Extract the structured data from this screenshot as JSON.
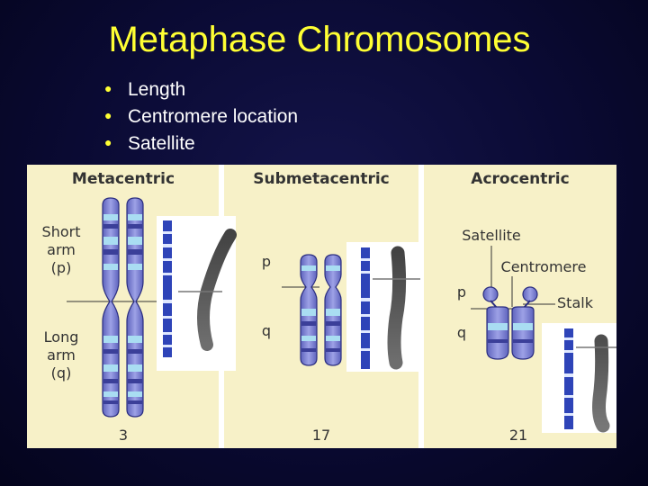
{
  "slide": {
    "title": "Metaphase Chromosomes",
    "bullets": [
      "Length",
      "Centromere location",
      "Satellite"
    ]
  },
  "figure": {
    "panels": [
      {
        "header": "Metacentric",
        "number": "3"
      },
      {
        "header": "Submetacentric",
        "number": "17"
      },
      {
        "header": "Acrocentric",
        "number": "21"
      }
    ],
    "metacentric_labels": {
      "short_arm": [
        "Short",
        "arm",
        "(p)"
      ],
      "long_arm": [
        "Long",
        "arm",
        "(q)"
      ]
    },
    "submetacentric_labels": {
      "p": "p",
      "q": "q"
    },
    "acrocentric_labels": {
      "satellite": "Satellite",
      "centromere": "Centromere",
      "stalk": "Stalk",
      "p": "p",
      "q": "q"
    },
    "colors": {
      "panel_bg": "#f7f1c8",
      "chromatid": "#8a8ed6",
      "band_dark": "#3b3f99",
      "band_light": "#a9ddf2"
    }
  }
}
